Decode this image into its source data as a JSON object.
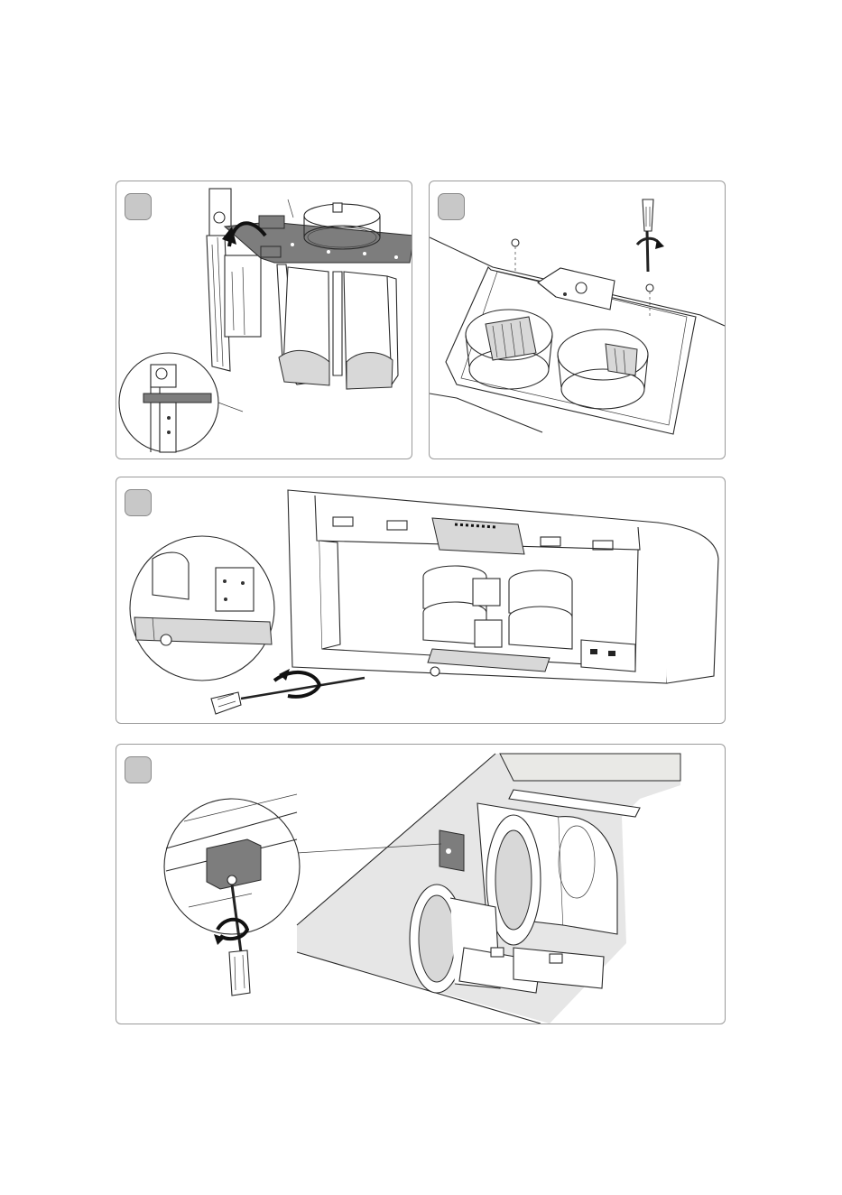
{
  "steps": [
    {
      "id": "step-1",
      "badge": "",
      "illustration": "bracket-lift-illustration"
    },
    {
      "id": "step-2",
      "badge": "",
      "illustration": "screw-removal-top-illustration"
    },
    {
      "id": "step-3",
      "badge": "",
      "illustration": "front-housing-screw-illustration"
    },
    {
      "id": "step-4",
      "badge": "",
      "illustration": "blower-bracket-screw-illustration"
    }
  ],
  "colors": {
    "panel_border": "#9a9a9a",
    "badge_fill": "#c8c8c8",
    "part_dark": "#7d7d7d",
    "part_light": "#d8d8d8"
  }
}
